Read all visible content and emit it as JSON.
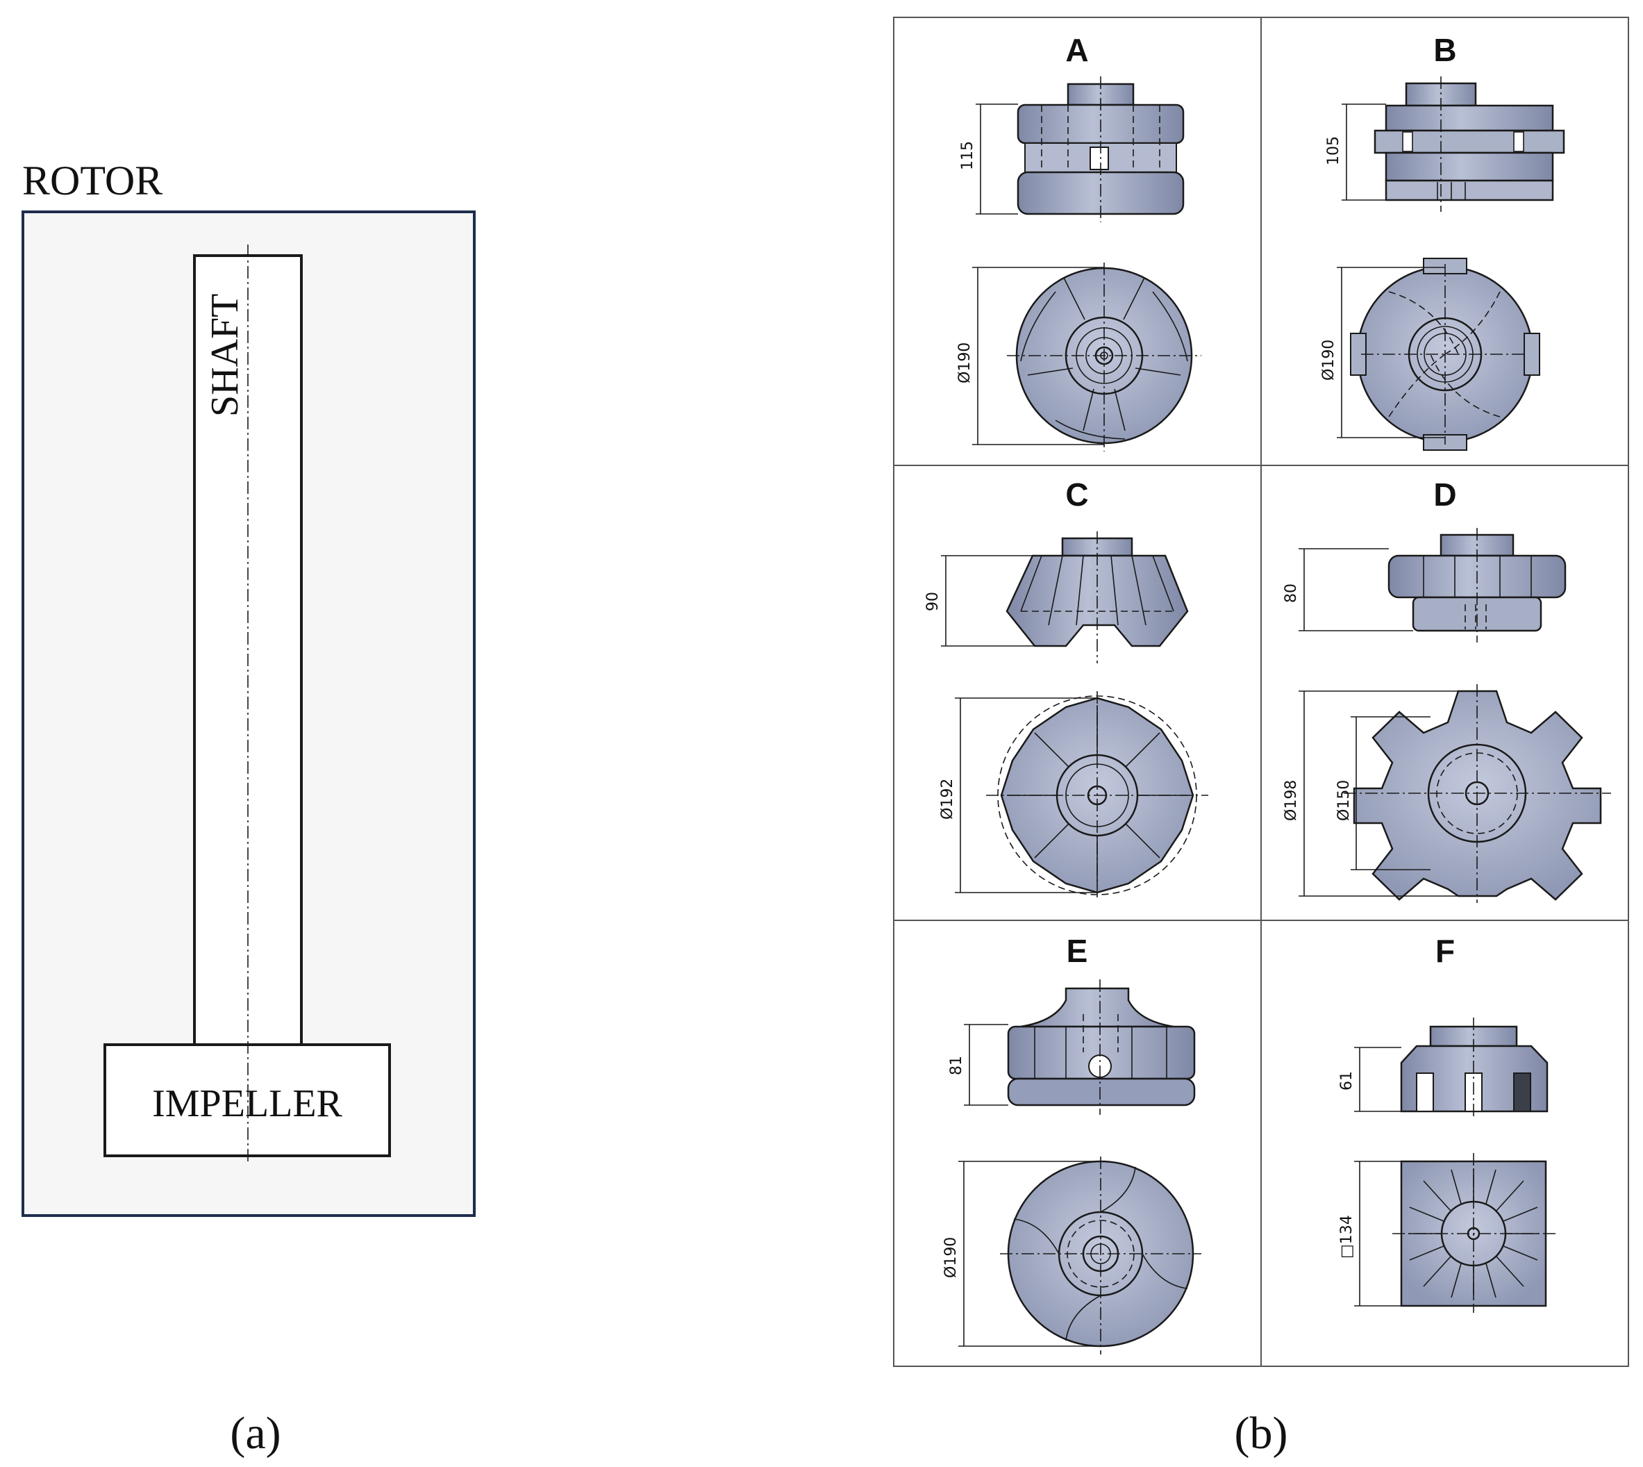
{
  "panel_a": {
    "title": "ROTOR",
    "shaft_label": "SHAFT",
    "impeller_label": "IMPELLER",
    "caption": "(a)"
  },
  "panel_b": {
    "caption": "(b)",
    "impellers": [
      {
        "letter": "A",
        "height_label": "115",
        "diameter_label": "Ø190"
      },
      {
        "letter": "B",
        "height_label": "105",
        "diameter_label": "Ø190"
      },
      {
        "letter": "C",
        "height_label": "90",
        "diameter_label": "Ø192"
      },
      {
        "letter": "D",
        "height_label": "80",
        "diameter_label": "Ø198",
        "inner_diameter_label": "Ø150"
      },
      {
        "letter": "E",
        "height_label": "81",
        "diameter_label": "Ø190"
      },
      {
        "letter": "F",
        "height_label": "61",
        "diameter_label": "□134"
      }
    ]
  },
  "colors": {
    "frame_blue": "#1f2d4d",
    "rotor_fill": "#f6f6f6",
    "metal": "#a9b1c9",
    "line": "#1a1a1a"
  }
}
